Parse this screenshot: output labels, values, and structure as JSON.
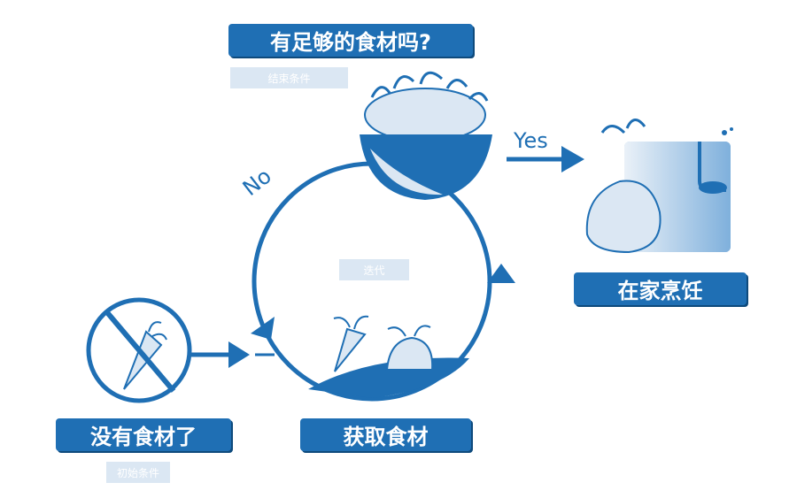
{
  "question": "有足够的食材吗?",
  "end_condition": "结束条件",
  "yes": "Yes",
  "no": "No",
  "iteration": "迭代",
  "cook": "在家烹饪",
  "get_ingredients": "获取食材",
  "no_ingredients": "没有食材了",
  "initial_condition": "初始条件",
  "colors": {
    "primary": "#1f6fb4",
    "light": "#dbe7f3",
    "pale": "#a9c8e6"
  }
}
